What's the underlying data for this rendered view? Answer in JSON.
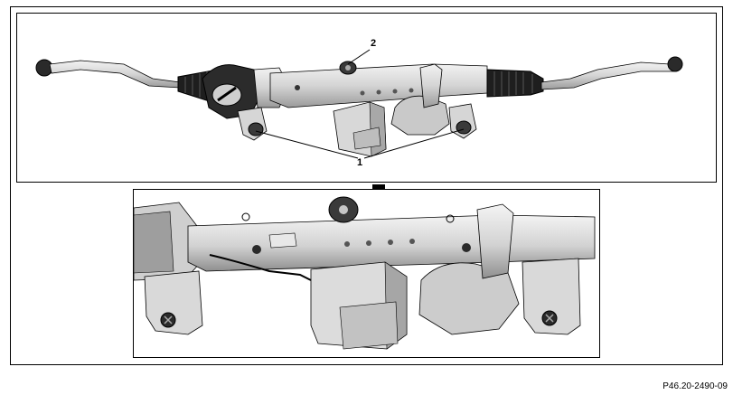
{
  "callouts": {
    "label_1": "1",
    "label_2": "2"
  },
  "figure_ref": "P46.20-2490-09",
  "colors": {
    "metal_light": "#e6e6e6",
    "metal_mid": "#bfbfbf",
    "metal_dark": "#7a7a7a",
    "rubber": "#1e1e1e",
    "outline": "#000000"
  }
}
